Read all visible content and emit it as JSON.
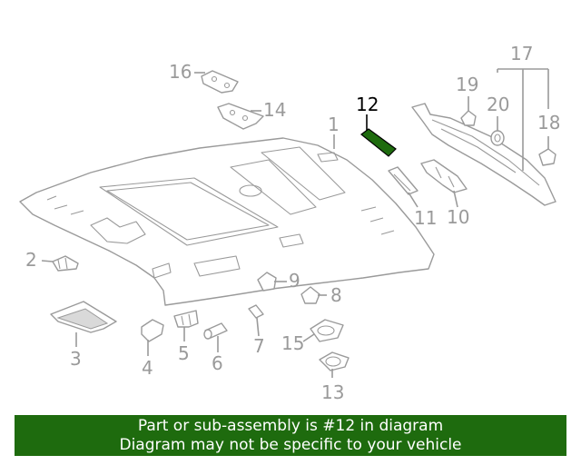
{
  "diagram": {
    "highlight_color": "#1e6b0e",
    "line_color": "#9a9a9a",
    "highlighted_part": "12",
    "callouts": [
      "1",
      "2",
      "3",
      "4",
      "5",
      "6",
      "7",
      "8",
      "9",
      "10",
      "11",
      "12",
      "13",
      "14",
      "15",
      "16",
      "17",
      "18",
      "19",
      "20"
    ]
  },
  "banner": {
    "background": "#1e6b0e",
    "line1": "Part or sub-assembly is #12 in diagram",
    "line2": "Diagram may not be specific to your vehicle"
  }
}
